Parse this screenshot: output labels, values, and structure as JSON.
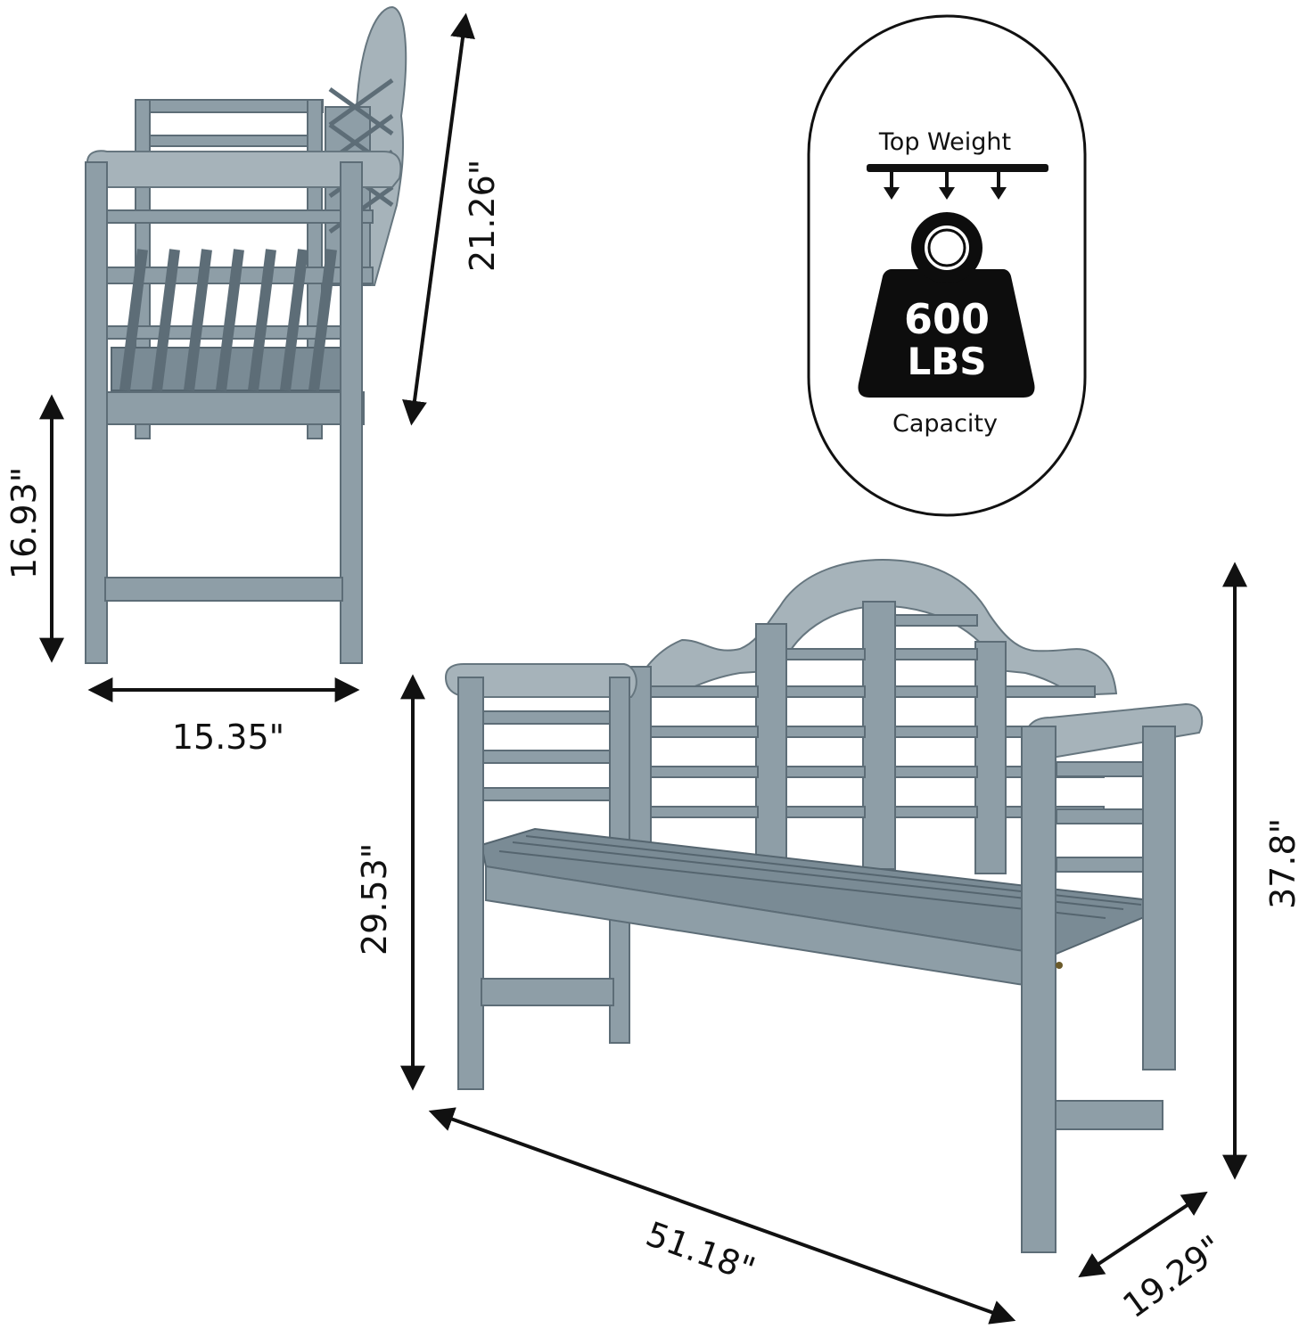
{
  "dimensions": {
    "side_backrest": "21.26\"",
    "side_seat_height": "16.93\"",
    "side_depth": "15.35\"",
    "front_arm_height": "29.53\"",
    "front_total_height": "37.8\"",
    "front_width": "51.18\"",
    "front_depth": "19.29\""
  },
  "badge": {
    "top_label": "Top Weight",
    "weight_value": "600",
    "weight_unit": "LBS",
    "bottom_label": "Capacity"
  },
  "colors": {
    "wood": "#8e9ea7",
    "ink": "#111111",
    "weight_fill": "#0d0d0d"
  }
}
